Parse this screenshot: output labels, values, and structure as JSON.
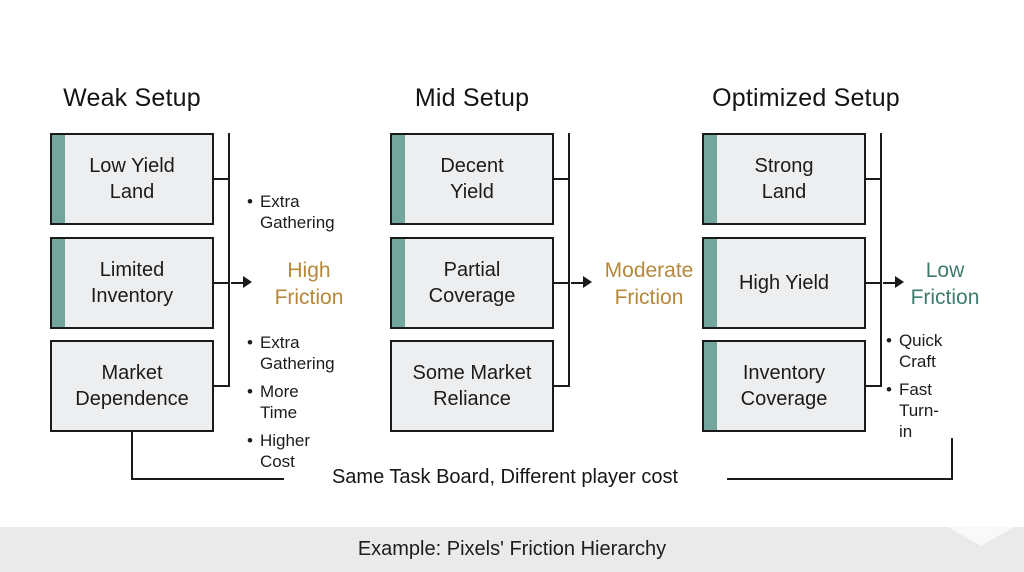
{
  "diagram": {
    "accent_color": "#74a69d",
    "line_color": "#1a1a1a",
    "bullet_char": "•",
    "columns": [
      {
        "title": "Weak Setup",
        "boxes": [
          {
            "label": "Low Yield\nLand"
          },
          {
            "label": "Limited\nInventory"
          },
          {
            "label": "Market\nDependence"
          }
        ],
        "bullets_top": [
          {
            "text": "Extra\nGathering"
          }
        ],
        "friction_label": "High\nFriction",
        "friction_color": "#b5883c",
        "bullets_bottom": [
          {
            "text": "Extra\nGathering"
          },
          {
            "text": "More Time"
          },
          {
            "text": "Higher Cost"
          }
        ]
      },
      {
        "title": "Mid Setup",
        "boxes": [
          {
            "label": "Decent\nYield"
          },
          {
            "label": "Partial\nCoverage"
          },
          {
            "label": "Some Market\nReliance"
          }
        ],
        "friction_label": "Moderate\nFriction",
        "friction_color": "#b5883c"
      },
      {
        "title": "Optimized Setup",
        "boxes": [
          {
            "label": "Strong\nLand"
          },
          {
            "label": "High Yield"
          },
          {
            "label": "Inventory\nCoverage"
          }
        ],
        "friction_label": "Low\nFriction",
        "friction_color": "#3e7b6e",
        "bullets_bottom": [
          {
            "text": "Quick Craft"
          },
          {
            "text": "Fast Turn-in"
          }
        ]
      }
    ],
    "footer_label": "Same Task Board, Different player cost",
    "caption": "Example: Pixels' Friction Hierarchy"
  }
}
